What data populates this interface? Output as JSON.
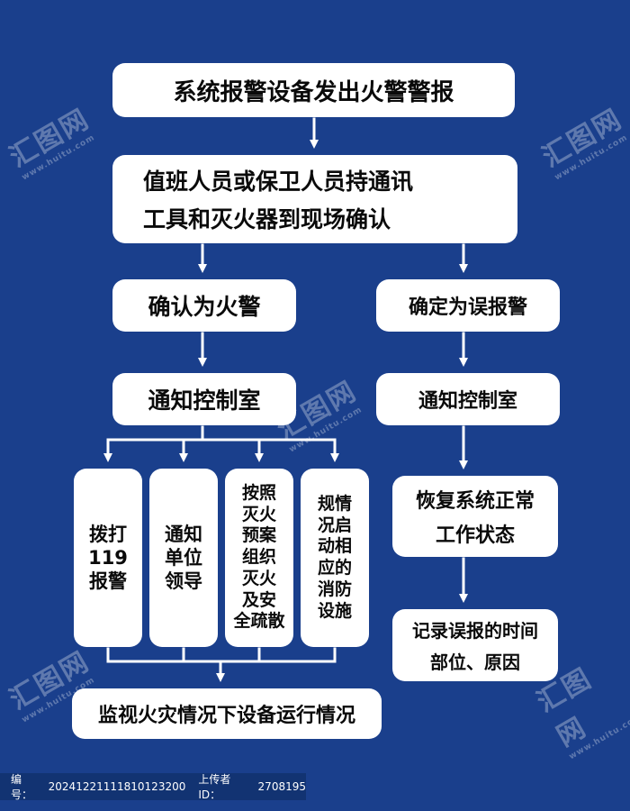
{
  "flowchart": {
    "step1": "系统报警设备发出火警警报",
    "step2": [
      "值班人员或保卫人员持通讯",
      "工具和灭火器到现场确认"
    ],
    "left": {
      "confirm": "确认为火警",
      "notify": "通知控制室",
      "actions": [
        [
          "拨打",
          "119",
          "报警"
        ],
        [
          "通知",
          "单位",
          "领导"
        ],
        [
          "按照",
          "灭火",
          "预案",
          "组织",
          "灭火",
          "及安",
          "全疏散"
        ],
        [
          "规情",
          "况启",
          "动相",
          "应的",
          "消防",
          "设施"
        ]
      ],
      "monitor": "监视火灾情况下设备运行情况"
    },
    "right": {
      "confirm": "确定为误报警",
      "notify": "通知控制室",
      "restore": [
        "恢复系统正常",
        "工作状态"
      ],
      "record": [
        "记录误报的时间",
        "部位、原因"
      ]
    }
  },
  "watermark": {
    "logo_text": "汇图网",
    "url": "www.huitu.com"
  },
  "footer": {
    "id_label": "编号：",
    "id_value": "20241221111810123200",
    "uploader_label": "上传者ID：",
    "uploader_value": "2708195"
  },
  "colors": {
    "background": "#1a3f8c",
    "box": "#ffffff",
    "line": "#ffffff"
  }
}
